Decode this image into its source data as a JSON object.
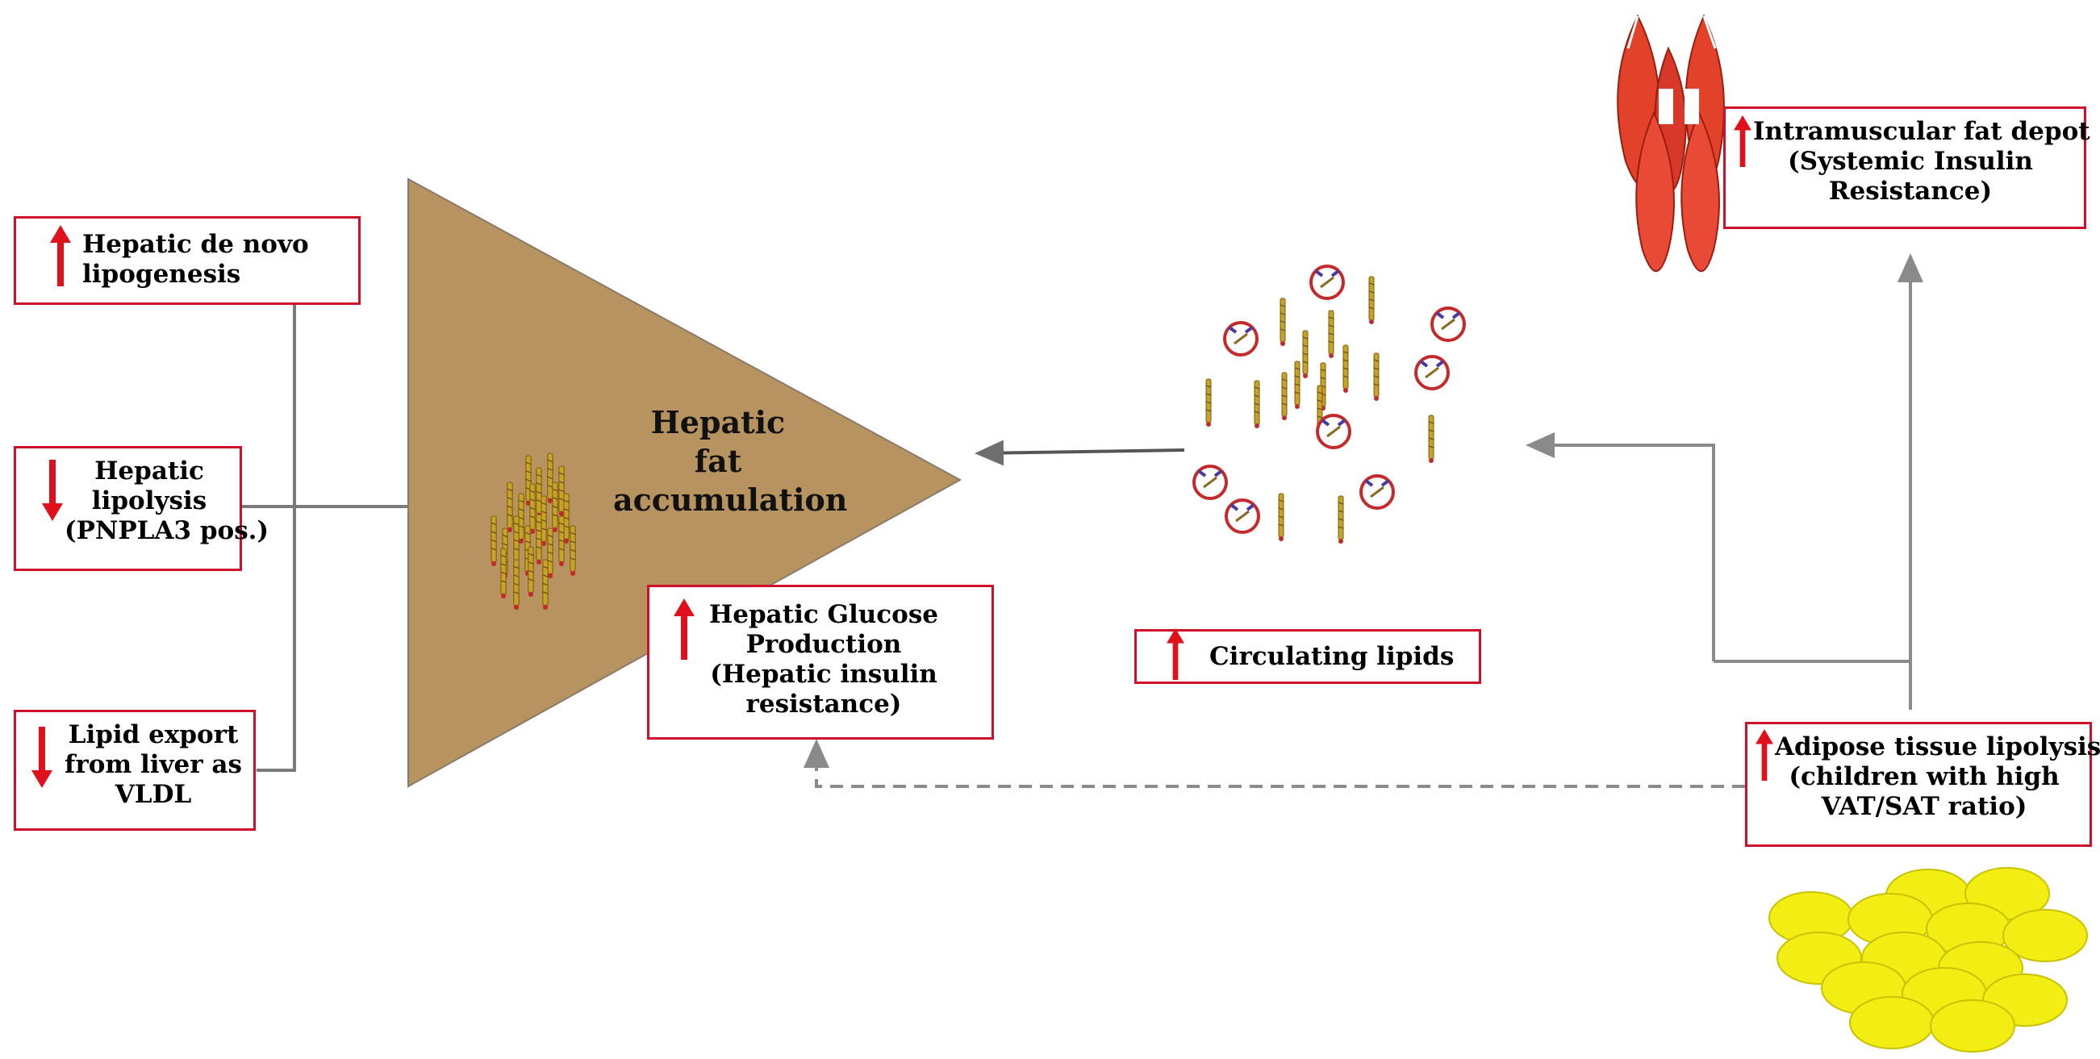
{
  "colors": {
    "triangle": "#b6935f",
    "box_border": "#d0102a",
    "up_arrow": "#e0101c",
    "down_arrow": "#e0101c",
    "connector": "#808080",
    "fat_cell": "#f2ee14",
    "muscle": "#e2412a",
    "lipid": "#c8a228",
    "lipoprotein": "#c42a2a"
  },
  "nodes": {
    "de_novo": {
      "arrow": "up",
      "lines": [
        "Hepatic de novo",
        "lipogenesis"
      ]
    },
    "lipolysis": {
      "arrow": "down",
      "lines": [
        "Hepatic",
        "lipolysis",
        "(PNPLA3 pos.)"
      ]
    },
    "lipid_export": {
      "arrow": "down",
      "lines": [
        "Lipid export",
        "from liver as",
        "VLDL"
      ]
    },
    "hepatic_fat": {
      "lines": [
        "Hepatic",
        "fat",
        "accumulation"
      ]
    },
    "glucose": {
      "arrow": "up",
      "lines": [
        "Hepatic Glucose",
        "Production",
        "(Hepatic insulin",
        "resistance)"
      ]
    },
    "circulating": {
      "arrow": "up",
      "lines": [
        "Circulating lipids"
      ]
    },
    "intramuscular": {
      "arrow": "up",
      "lines": [
        "Intramuscular fat depot",
        "(Systemic Insulin",
        "Resistance)"
      ]
    },
    "adipose": {
      "arrow": "up",
      "lines": [
        "Adipose tissue lipolysis",
        "(children with high",
        "VAT/SAT ratio)"
      ]
    }
  },
  "icons": {
    "muscle": "muscle-fibers-icon",
    "fat_cells": "adipose-cells-icon",
    "lipid": "fatty-acid-icon",
    "lipoprotein": "lipoprotein-icon"
  }
}
